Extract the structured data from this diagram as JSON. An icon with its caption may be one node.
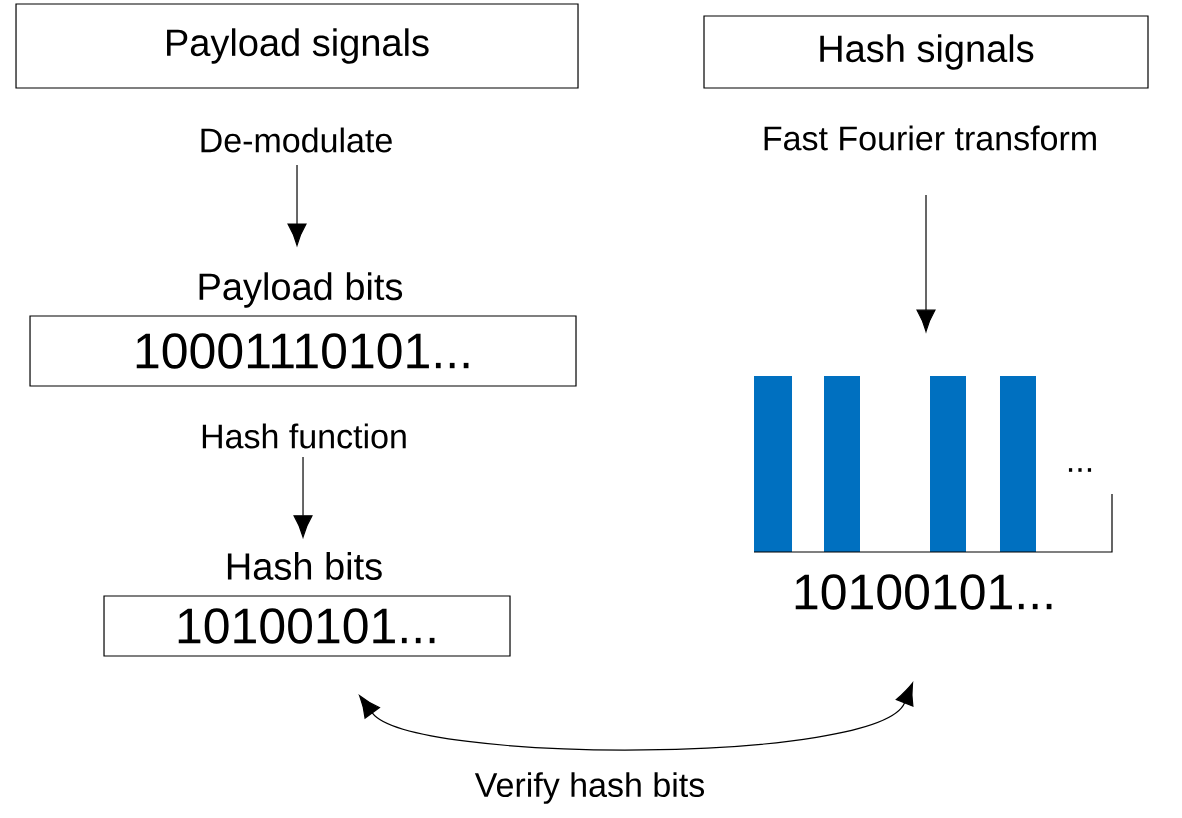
{
  "diagram": {
    "nodes": [
      {
        "text": [
          "Payload signals"
        ]
      },
      {
        "text": [
          "Payload bits",
          "10001110101..."
        ]
      },
      {
        "text": [
          "Hash bits",
          "10100101..."
        ]
      },
      {
        "text": [
          "Hash signals"
        ]
      },
      {
        "text": [
          "10100101..."
        ]
      }
    ],
    "edges": [
      {
        "from": 0,
        "to": 1,
        "arrow": "to",
        "label": "De-modulate"
      },
      {
        "from": 1,
        "to": 2,
        "arrow": "to",
        "label": "Hash function"
      },
      {
        "from": 3,
        "to": 4,
        "arrow": "to",
        "label": "Fast Fourier transform"
      },
      {
        "from": 2,
        "to": 4,
        "arrow": "both",
        "label": "Verify hash bits"
      }
    ],
    "labels": [
      "..."
    ]
  }
}
